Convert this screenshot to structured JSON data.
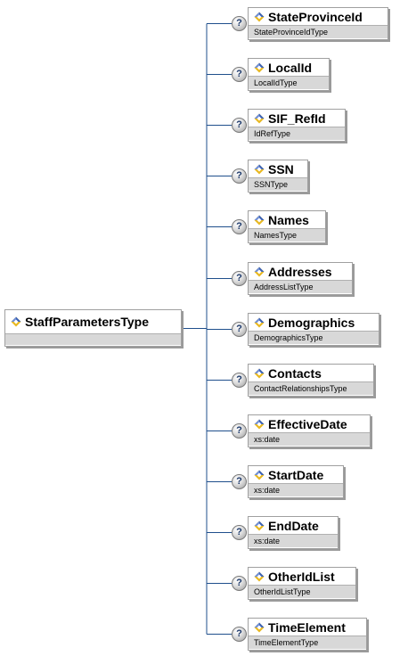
{
  "root": {
    "name": "StaffParametersType",
    "icon": "element-diamond-icon"
  },
  "elements": [
    {
      "name": "StateProvinceId",
      "type": "StateProvinceIdType",
      "icon": "element-diamond-icon",
      "optional_icon": "question-mark-icon",
      "optional_glyph": "?"
    },
    {
      "name": "LocalId",
      "type": "LocalIdType",
      "icon": "element-diamond-icon",
      "optional_icon": "question-mark-icon",
      "optional_glyph": "?"
    },
    {
      "name": "SIF_RefId",
      "type": "IdRefType",
      "icon": "element-diamond-icon",
      "optional_icon": "question-mark-icon",
      "optional_glyph": "?"
    },
    {
      "name": "SSN",
      "type": "SSNType",
      "icon": "element-diamond-icon",
      "optional_icon": "question-mark-icon",
      "optional_glyph": "?"
    },
    {
      "name": "Names",
      "type": "NamesType",
      "icon": "element-diamond-icon",
      "optional_icon": "question-mark-icon",
      "optional_glyph": "?"
    },
    {
      "name": "Addresses",
      "type": "AddressListType",
      "icon": "element-diamond-icon",
      "optional_icon": "question-mark-icon",
      "optional_glyph": "?"
    },
    {
      "name": "Demographics",
      "type": "DemographicsType",
      "icon": "element-diamond-icon",
      "optional_icon": "question-mark-icon",
      "optional_glyph": "?"
    },
    {
      "name": "Contacts",
      "type": "ContactRelationshipsType",
      "icon": "element-diamond-icon",
      "optional_icon": "question-mark-icon",
      "optional_glyph": "?"
    },
    {
      "name": "EffectiveDate",
      "type": "xs:date",
      "icon": "element-diamond-icon",
      "optional_icon": "question-mark-icon",
      "optional_glyph": "?"
    },
    {
      "name": "StartDate",
      "type": "xs:date",
      "icon": "element-diamond-icon",
      "optional_icon": "question-mark-icon",
      "optional_glyph": "?"
    },
    {
      "name": "EndDate",
      "type": "xs:date",
      "icon": "element-diamond-icon",
      "optional_icon": "question-mark-icon",
      "optional_glyph": "?"
    },
    {
      "name": "OtherIdList",
      "type": "OtherIdListType",
      "icon": "element-diamond-icon",
      "optional_icon": "question-mark-icon",
      "optional_glyph": "?"
    },
    {
      "name": "TimeElement",
      "type": "TimeElementType",
      "icon": "element-diamond-icon",
      "optional_icon": "question-mark-icon",
      "optional_glyph": "?"
    }
  ],
  "colors": {
    "connector": "#1f4f8c",
    "icon_blue": "#3b63b8",
    "icon_gold": "#e8b820",
    "type_band": "#d8d8d8",
    "box_border": "#a0a0a0"
  }
}
